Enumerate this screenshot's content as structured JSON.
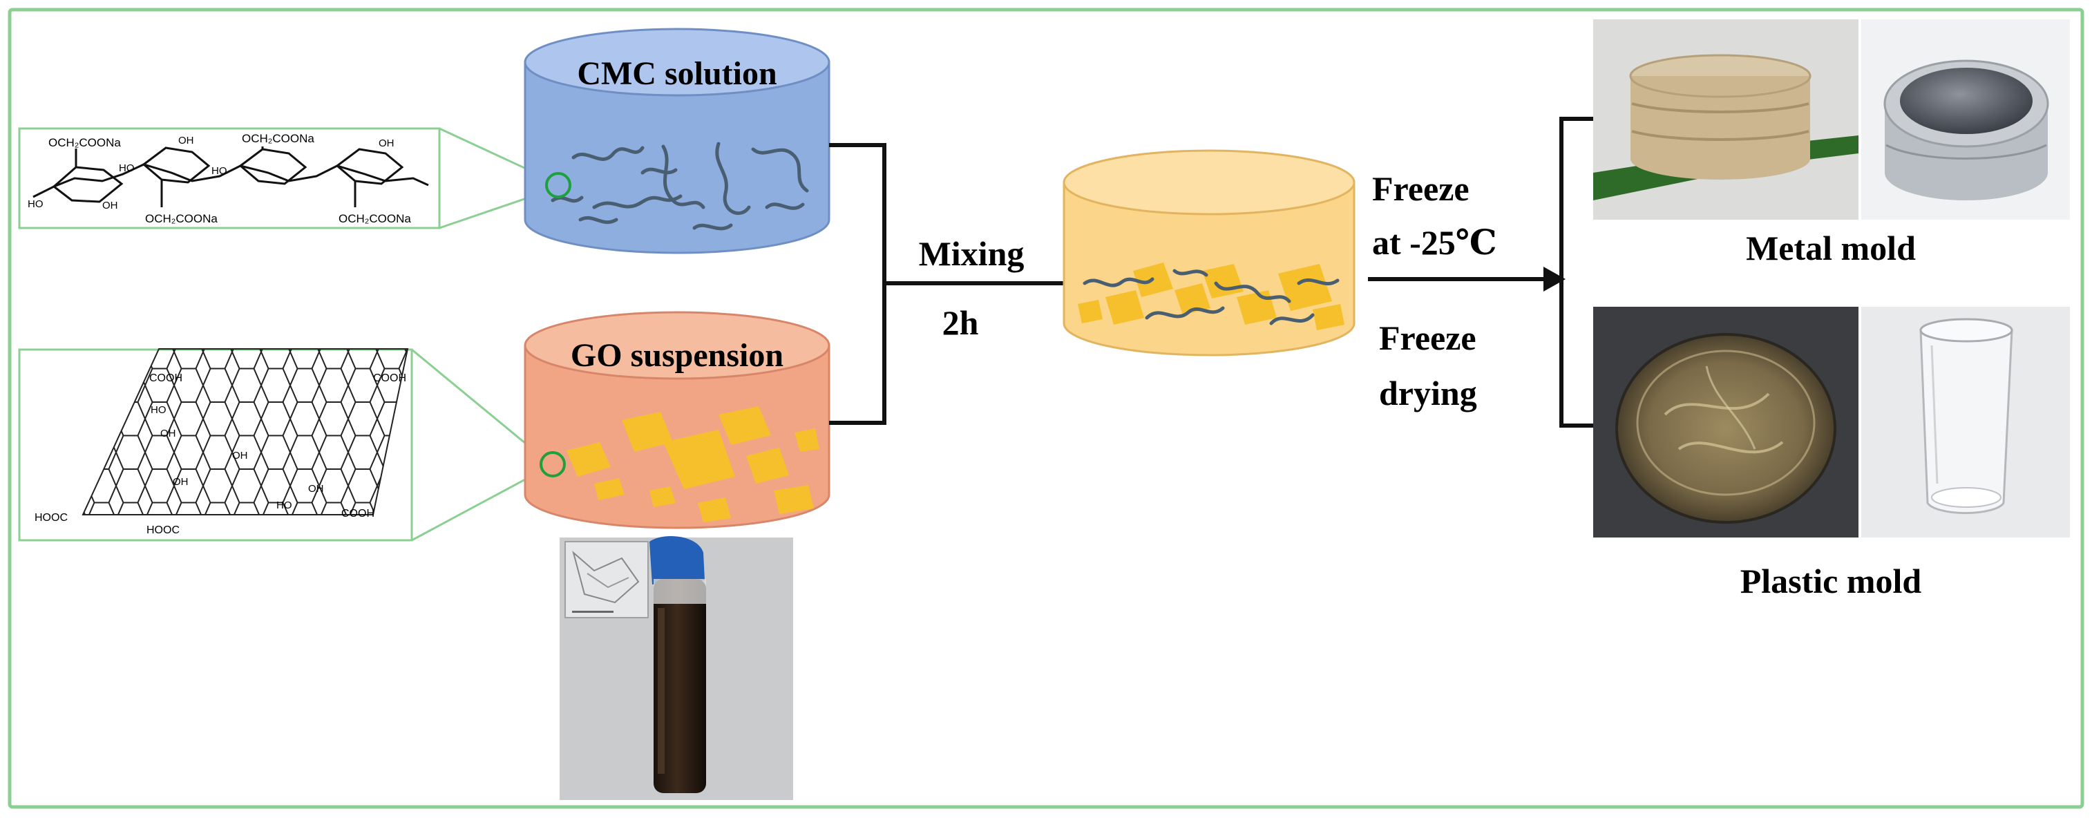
{
  "labels": {
    "cmc": "CMC solution",
    "go": "GO suspension",
    "mixing": "Mixing",
    "mixing_time": "2h",
    "freeze_1": "Freeze",
    "freeze_2": "at -25℃",
    "freeze_drying_1": "Freeze",
    "freeze_drying_2": "drying",
    "metal_mold": "Metal mold",
    "plastic_mold": "Plastic mold"
  },
  "chem_labels": {
    "cmc_group_1": "OCH₂COONa",
    "cmc_group_2": "OCH₂COONa",
    "cmc_group_3": "OCH₂COONa",
    "cmc_group_4": "OCH₂COONa",
    "cmc_ho_1": "HO",
    "cmc_ho_2": "HO",
    "cmc_ho_3": "HO",
    "cmc_oh_1": "OH",
    "cmc_oh_2": "OH",
    "cmc_oh_3": "OH",
    "go_cooh_top_1": "COOH",
    "go_cooh_top_2": "COOH",
    "go_hooc_left": "HOOC",
    "go_hooc_bottom": "HOOC",
    "go_cooh_right": "COOH",
    "go_oh_1": "OH",
    "go_oh_2": "OH",
    "go_oh_3": "OH",
    "go_oh_4": "OH",
    "go_ho_1": "HO",
    "go_ho_2": "HO"
  },
  "colors": {
    "frame": "#8ccf93",
    "callout": "#8ccf93",
    "cmc_fill": "#8eaee0",
    "go_fill": "#f2a584",
    "mix_fill": "#fbd58a",
    "flake": "#f5c02c",
    "fiber": "#4a5e72"
  }
}
